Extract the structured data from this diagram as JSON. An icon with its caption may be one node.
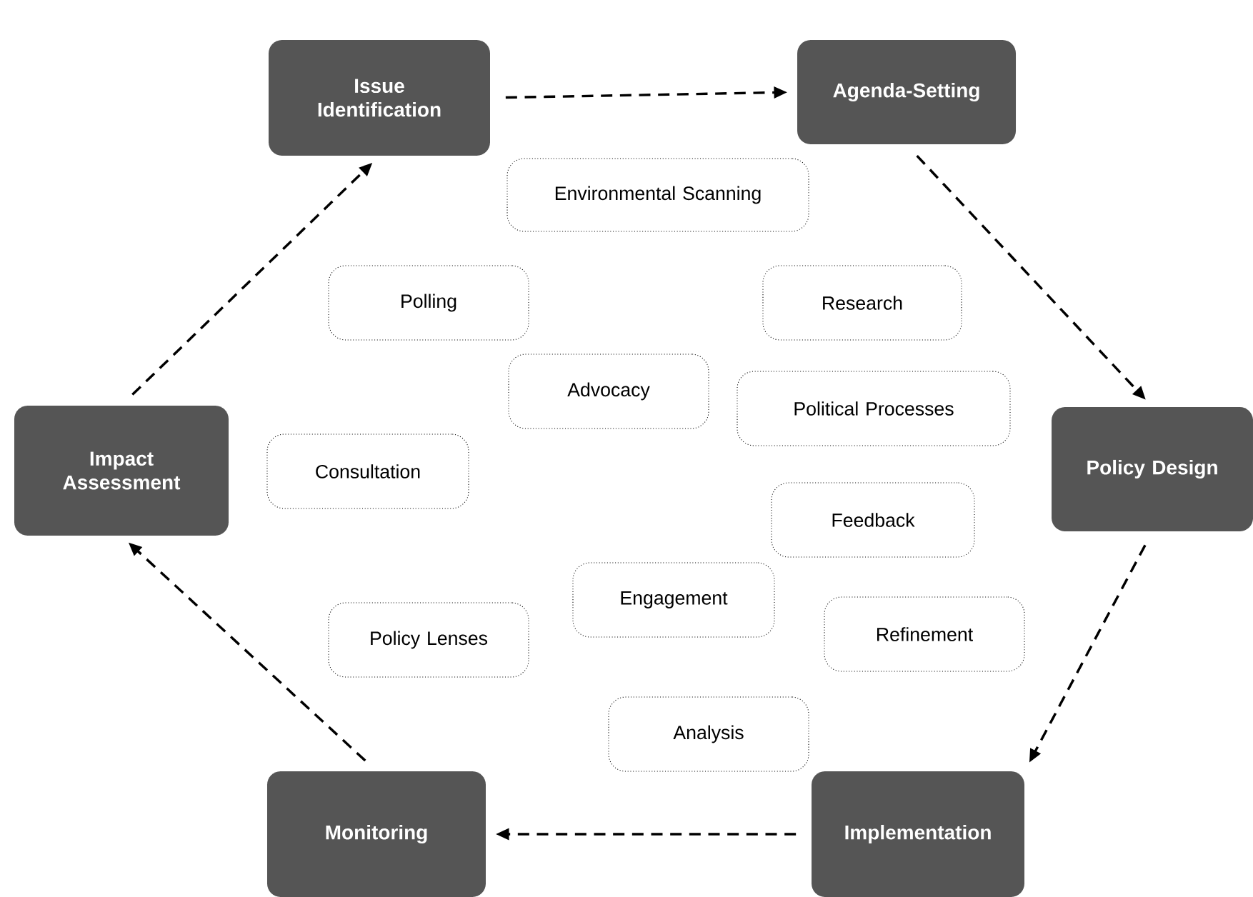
{
  "diagram": {
    "nodes": [
      {
        "text": [
          "Issue Identification"
        ]
      },
      {
        "text": [
          "Agenda-Setting"
        ]
      },
      {
        "text": [
          "Policy Design"
        ]
      },
      {
        "text": [
          "Implementation"
        ]
      },
      {
        "text": [
          "Monitoring"
        ]
      },
      {
        "text": [
          "Impact Assessment"
        ]
      },
      {
        "text": [
          "Environmental Scanning"
        ]
      },
      {
        "text": [
          "Polling"
        ]
      },
      {
        "text": [
          "Research"
        ]
      },
      {
        "text": [
          "Advocacy"
        ]
      },
      {
        "text": [
          "Political Processes"
        ]
      },
      {
        "text": [
          "Consultation"
        ]
      },
      {
        "text": [
          "Feedback"
        ]
      },
      {
        "text": [
          "Engagement"
        ]
      },
      {
        "text": [
          "Policy Lenses"
        ]
      },
      {
        "text": [
          "Refinement"
        ]
      },
      {
        "text": [
          "Analysis"
        ]
      }
    ],
    "edges": [
      {
        "from": 0,
        "to": 1,
        "arrow": "to",
        "style": "dashed"
      },
      {
        "from": 1,
        "to": 2,
        "arrow": "to",
        "style": "dashed"
      },
      {
        "from": 2,
        "to": 3,
        "arrow": "to",
        "style": "dashed"
      },
      {
        "from": 3,
        "to": 4,
        "arrow": "to",
        "style": "dashed"
      },
      {
        "from": 4,
        "to": 5,
        "arrow": "to",
        "style": "dashed"
      },
      {
        "from": 5,
        "to": 0,
        "arrow": "to",
        "style": "dashed"
      }
    ]
  }
}
